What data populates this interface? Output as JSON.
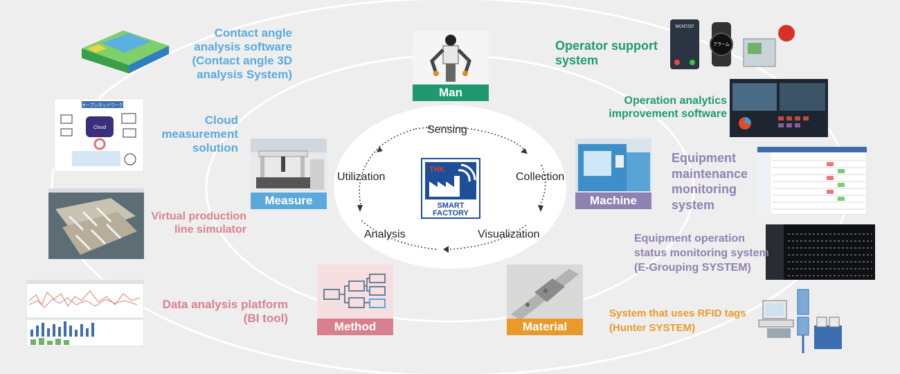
{
  "center": {
    "logo_top": "THK",
    "logo_bottom_1": "SMART",
    "logo_bottom_2": "FACTORY",
    "cycle": [
      "Sensing",
      "Collection",
      "Visualization",
      "Analysis",
      "Utilization"
    ]
  },
  "categories": {
    "man": "Man",
    "machine": "Machine",
    "material": "Material",
    "method": "Method",
    "measure": "Measure"
  },
  "solutions": {
    "contact_angle": [
      "Contact angle",
      "analysis software",
      "(Contact angle 3D",
      "analysis System)"
    ],
    "cloud": [
      "Cloud",
      "measurement",
      "solution"
    ],
    "virtual": [
      "Virtual production",
      "line simulator"
    ],
    "data_platform": [
      "Data analysis platform",
      "(BI tool)"
    ],
    "operator": [
      "Operator support",
      "system"
    ],
    "operation_analytics": [
      "Operation analytics",
      "improvement software"
    ],
    "equip_maint": [
      "Equipment",
      "maintenance",
      "monitoring",
      "system"
    ],
    "equip_op": [
      "Equipment operation",
      "status monitoring system",
      "(E-Grouping SYSTEM)"
    ],
    "rfid": [
      "System that uses RFID tags",
      "(Hunter SYSTEM)"
    ]
  },
  "thumb_text": {
    "phone_code": "MCN7237",
    "watch_text": "アラーム",
    "cloud_title": "オープンネットワーク",
    "cloud_label": "Cloud"
  },
  "colors": {
    "man": "#1f9a6e",
    "machine": "#9081b3",
    "material": "#e99a2a",
    "method": "#d9808e",
    "measure": "#5aa9dd",
    "logo": "#1d4e9a"
  }
}
